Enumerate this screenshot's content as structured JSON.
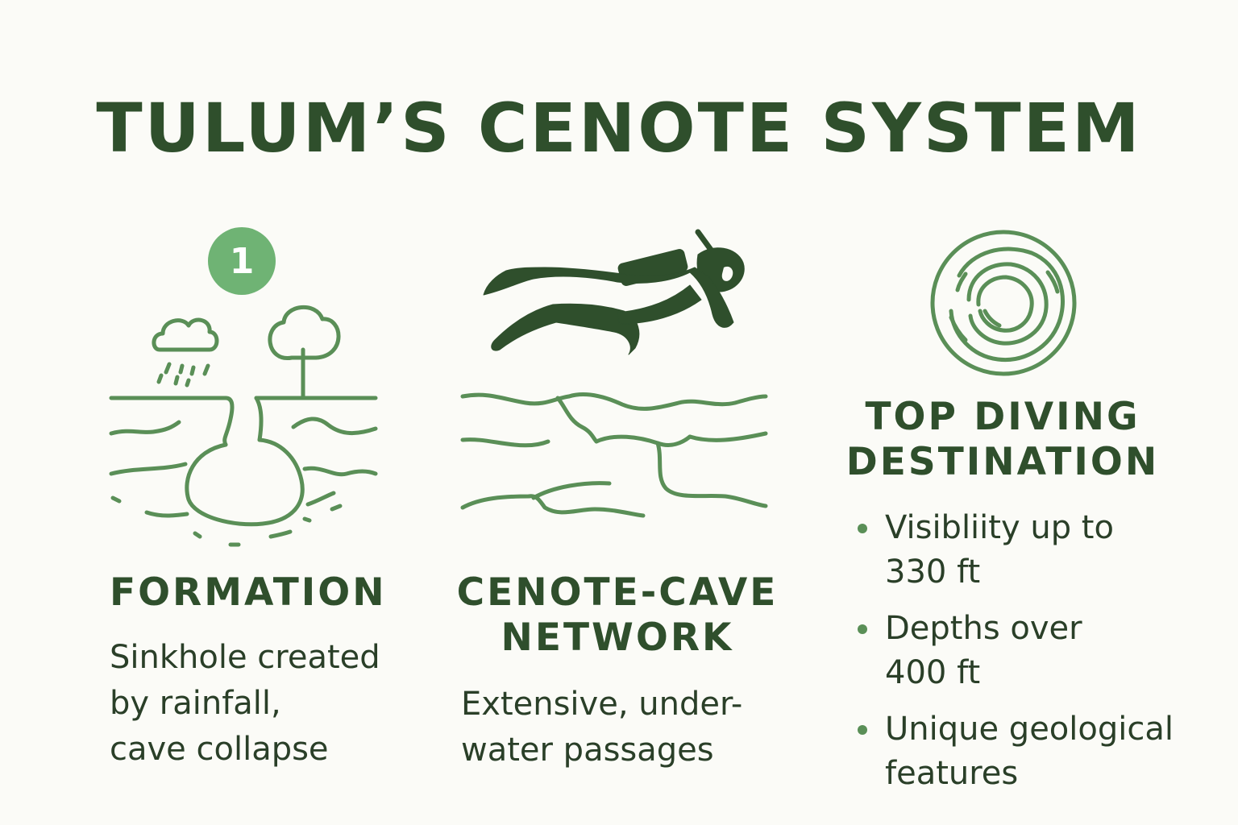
{
  "title": "TULUM’S CENOTE SYSTEM",
  "colors": {
    "primary": "#2f4f2c",
    "accent": "#5a8f57",
    "badge": "#6fb374",
    "background": "#fbfbf7"
  },
  "columns": [
    {
      "badge": "1",
      "icon": "sinkhole-formation-icon",
      "heading": "FORMATION",
      "text_lines": [
        "Sinkhole created",
        "by rainfall,",
        "cave collapse"
      ]
    },
    {
      "icon": "scuba-diver-cave-icon",
      "heading_lines": [
        "CENOTE-CAVE",
        "NETWORK"
      ],
      "text_lines": [
        "Extensive, under-",
        "water passages"
      ]
    },
    {
      "icon": "cenote-rings-icon",
      "heading_lines": [
        "TOP DIVING",
        "DESTINATION"
      ],
      "bullets": [
        [
          "Visibliity up to",
          "330 ft"
        ],
        [
          "Depths over",
          "400 ft"
        ],
        [
          "Unique geological",
          "features"
        ]
      ]
    }
  ]
}
